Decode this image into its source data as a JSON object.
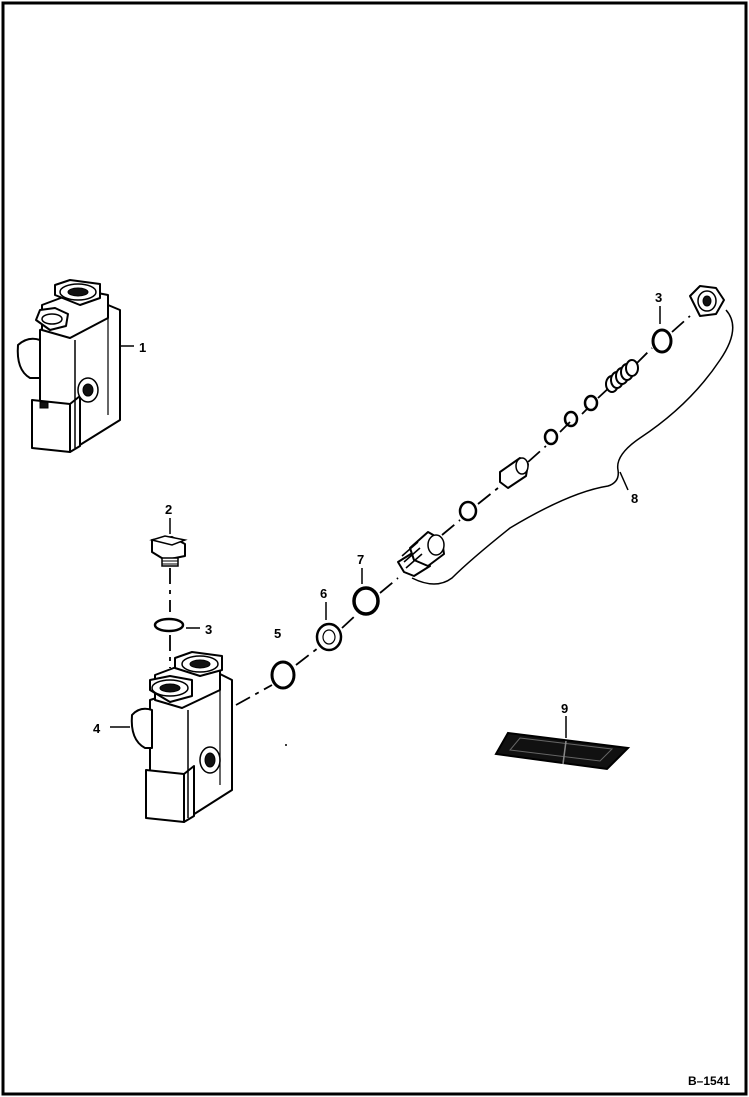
{
  "callouts": {
    "c1": "1",
    "c2": "2",
    "c3a": "3",
    "c3b": "3",
    "c4": "4",
    "c5": "5",
    "c6": "6",
    "c7": "7",
    "c8": "8",
    "c9": "9"
  },
  "figure_id": "B–1541"
}
